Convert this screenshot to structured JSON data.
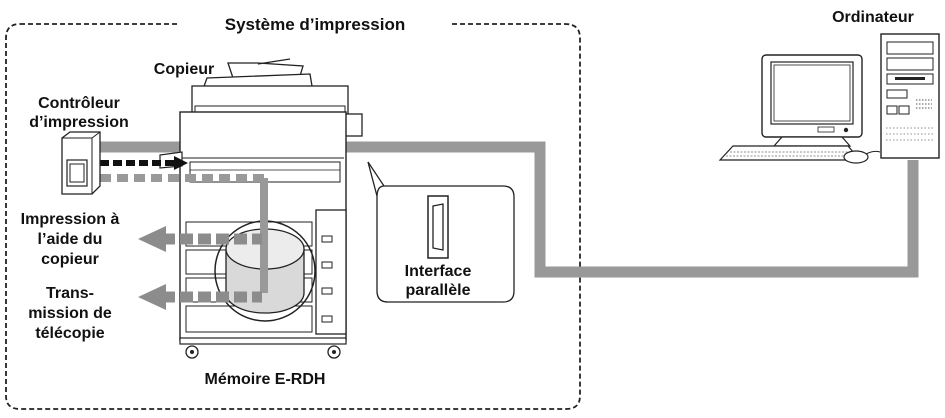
{
  "labels": {
    "system_title": "Système d’impression",
    "computer": "Ordinateur",
    "copier": "Copieur",
    "controller_line1": "Contrôleur",
    "controller_line2": "d’impression",
    "print_line1": "Impression à",
    "print_line2": "l’aide du",
    "print_line3": "copieur",
    "fax_line1": "Trans-",
    "fax_line2": "mission de",
    "fax_line3": "télécopie",
    "interface_line1": "Interface",
    "interface_line2": "parallèle",
    "memory": "Mémoire E-RDH"
  },
  "colors": {
    "cable": "#999999",
    "arrow_gray": "#8c8c8c",
    "arrow_black": "#111111",
    "border": "#222222",
    "memory_fill": "#d9d9d9"
  },
  "icons": {
    "copier": "copier-icon",
    "controller": "print-controller-icon",
    "computer": "computer-icon",
    "parallel_port": "parallel-port-icon"
  }
}
